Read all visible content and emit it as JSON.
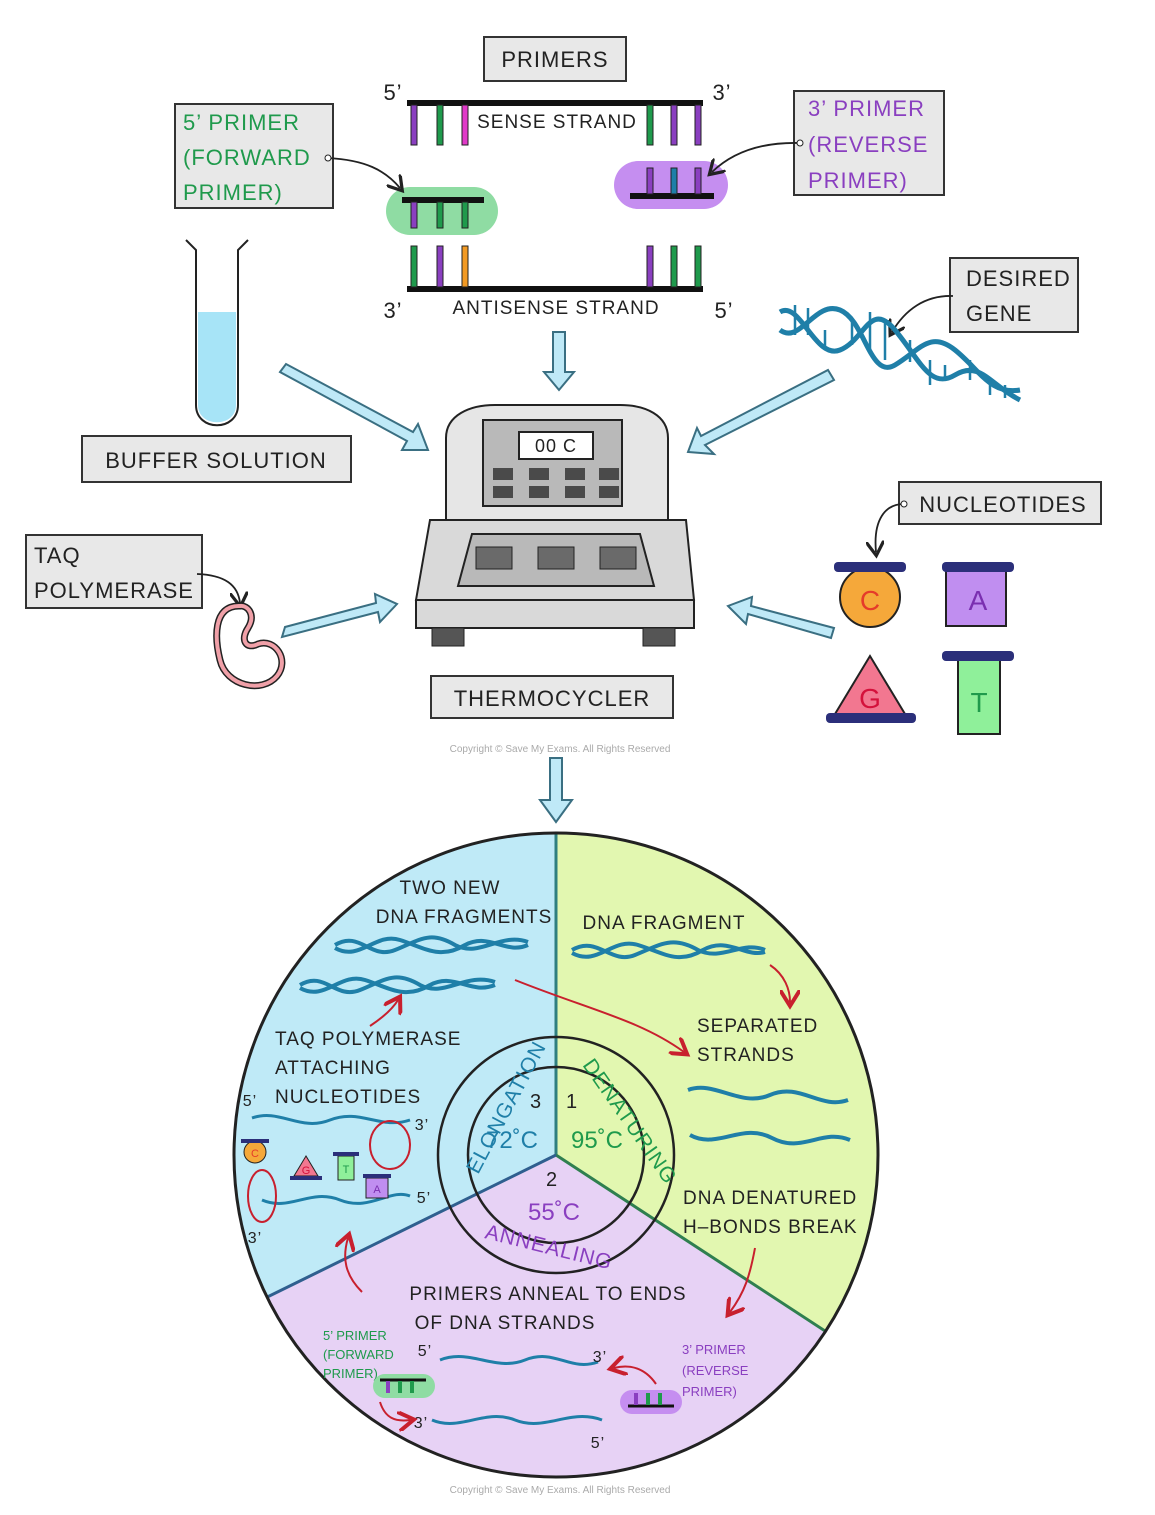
{
  "labels": {
    "primers": "PRIMERS",
    "five_prime": "5’",
    "three_prime": "3’",
    "sense_strand": "SENSE STRAND",
    "antisense_strand": "ANTISENSE STRAND",
    "forward_primer_l1": "5’ PRIMER",
    "forward_primer_l2": "(FORWARD",
    "forward_primer_l3": "PRIMER)",
    "reverse_primer_l1": "3’ PRIMER",
    "reverse_primer_l2": "(REVERSE",
    "reverse_primer_l3": "PRIMER)",
    "desired_gene_l1": "DESIRED",
    "desired_gene_l2": "GENE",
    "buffer_solution": "BUFFER SOLUTION",
    "taq_l1": "TAQ",
    "taq_l2": "POLYMERASE",
    "nucleotides": "NUCLEOTIDES",
    "thermocycler": "THERMOCYCLER",
    "display": "00 C",
    "copyright": "Copyright © Save My Exams. All Rights Reserved"
  },
  "nucleotides": {
    "c": "C",
    "a": "A",
    "g": "G",
    "t": "T"
  },
  "cycle": {
    "denaturing": {
      "name": "DENATURING",
      "step": "1",
      "temp": "95˚C",
      "l1": "DNA FRAGMENT",
      "l2": "SEPARATED",
      "l3": "STRANDS",
      "l4": "DNA DENATURED",
      "l5": "H–BONDS BREAK"
    },
    "annealing": {
      "name": "ANNEALING",
      "step": "2",
      "temp": "55˚C",
      "l1": "PRIMERS ANNEAL TO ENDS",
      "l2": "OF DNA STRANDS",
      "fwd1": "5’ PRIMER",
      "fwd2": "(FORWARD",
      "fwd3": "PRIMER)",
      "rev1": "3’ PRIMER",
      "rev2": "(REVERSE",
      "rev3": "PRIMER)"
    },
    "elongation": {
      "name": "ELONGATION",
      "step": "3",
      "temp": "72˚C",
      "l1": "TWO NEW",
      "l2": "DNA FRAGMENTS",
      "l3": "TAQ POLYMERASE",
      "l4": "ATTACHING",
      "l5": "NUCLEOTIDES"
    }
  },
  "colors": {
    "green": "#1f9a4c",
    "purple": "#8a3fc0",
    "blue": "#1f7fa8",
    "sector_blue": "#bfeaf7",
    "sector_green": "#e2f7b0",
    "sector_purple": "#e7d2f5",
    "arrow": "#bfe9f7",
    "red_arrow": "#c8202e"
  }
}
